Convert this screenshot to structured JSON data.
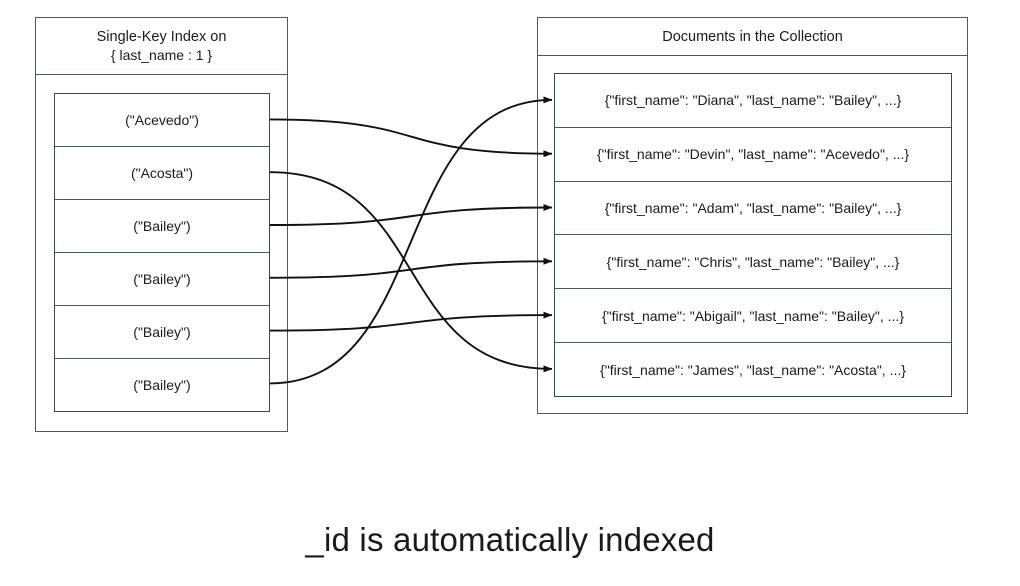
{
  "index_panel": {
    "title_line1": "Single-Key Index on",
    "title_line2": "{ last_name : 1 }",
    "entries": [
      {
        "label": "(\"Acevedo\")"
      },
      {
        "label": "(\"Acosta\")"
      },
      {
        "label": "(\"Bailey\")"
      },
      {
        "label": "(\"Bailey\")"
      },
      {
        "label": "(\"Bailey\")"
      },
      {
        "label": "(\"Bailey\")"
      }
    ]
  },
  "docs_panel": {
    "title": "Documents in the Collection",
    "documents": [
      {
        "label": "{\"first_name\": \"Diana\", \"last_name\": \"Bailey\", ...}"
      },
      {
        "label": "{\"first_name\": \"Devin\", \"last_name\": \"Acevedo\", ...}"
      },
      {
        "label": "{\"first_name\": \"Adam\", \"last_name\": \"Bailey\", ...}"
      },
      {
        "label": "{\"first_name\": \"Chris\", \"last_name\": \"Bailey\", ...}"
      },
      {
        "label": "{\"first_name\": \"Abigail\", \"last_name\": \"Bailey\", ...}"
      },
      {
        "label": "{\"first_name\": \"James\", \"last_name\": \"Acosta\", ...}"
      }
    ]
  },
  "caption": "_id is automatically indexed",
  "connections": [
    {
      "from_entry": 0,
      "to_document": 1
    },
    {
      "from_entry": 1,
      "to_document": 5
    },
    {
      "from_entry": 2,
      "to_document": 2
    },
    {
      "from_entry": 3,
      "to_document": 3
    },
    {
      "from_entry": 4,
      "to_document": 4
    },
    {
      "from_entry": 5,
      "to_document": 0
    }
  ],
  "colors": {
    "panel_border": "#4a5a66",
    "stack_border": "#3b4752",
    "connector": "#111111",
    "text": "#1b1b1b",
    "background": "#ffffff"
  }
}
